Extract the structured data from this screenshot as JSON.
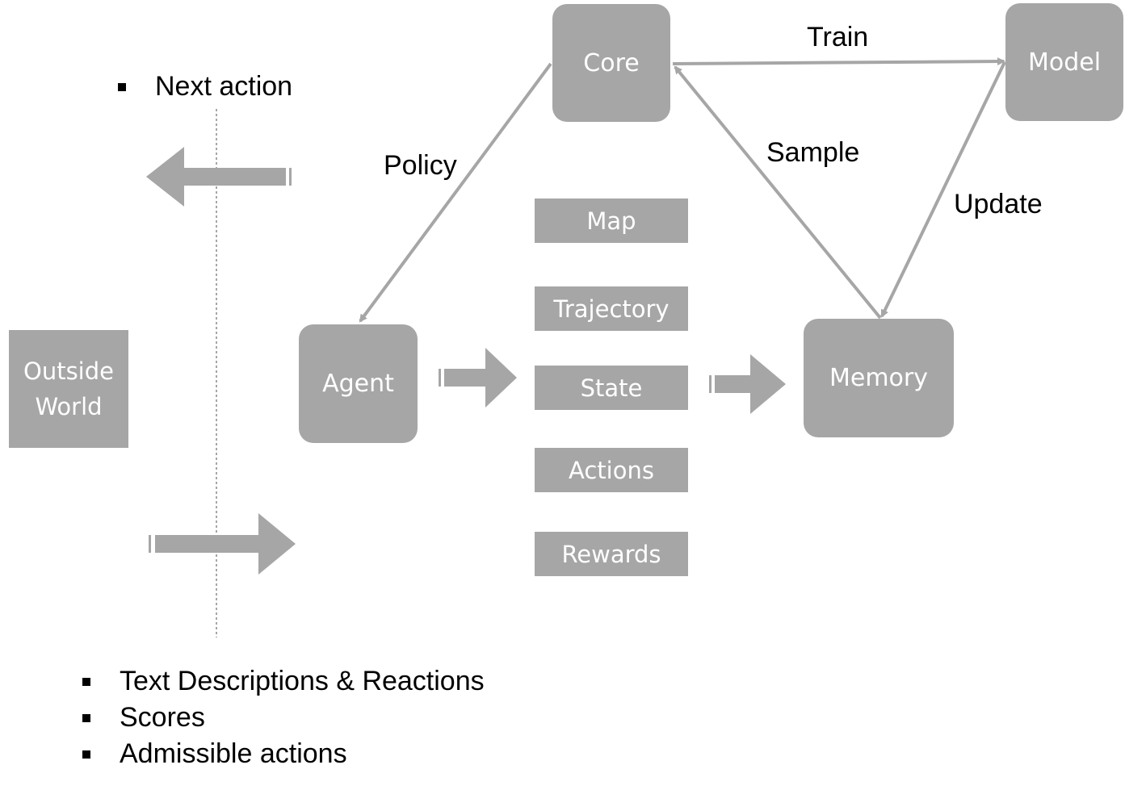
{
  "nodes": {
    "core": "Core",
    "model": "Model",
    "agent": "Agent",
    "memory": "Memory",
    "outside_world": "Outside World"
  },
  "state_items": [
    "Map",
    "Trajectory",
    "State",
    "Actions",
    "Rewards"
  ],
  "edge_labels": {
    "train": "Train",
    "policy": "Policy",
    "sample": "Sample",
    "update": "Update"
  },
  "outgoing": [
    "Next action"
  ],
  "incoming": [
    "Text Descriptions & Reactions",
    "Scores",
    "Admissible actions"
  ],
  "colors": {
    "box_fill": "#a6a6a6",
    "box_text": "#ffffff",
    "connector": "#a6a6a6",
    "text": "#000000"
  }
}
